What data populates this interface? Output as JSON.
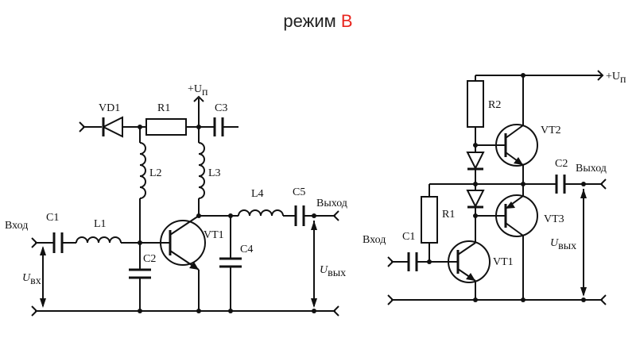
{
  "title": {
    "prefix": "режим ",
    "accent": "B",
    "accent_color": "#e8251e"
  },
  "left_schematic": {
    "labels": {
      "vd1": "VD1",
      "r1": "R1",
      "supply": "+U",
      "supply_sub": "п",
      "c3": "C3",
      "l2": "L2",
      "l3": "L3",
      "input": "Вход",
      "c1": "C1",
      "l1": "L1",
      "vt1": "VT1",
      "c2": "C2",
      "l4": "L4",
      "c5": "C5",
      "output": "Выход",
      "c4": "C4",
      "u_in": "U",
      "u_in_sub": "вх",
      "u_out": "U",
      "u_out_sub": "вых"
    }
  },
  "right_schematic": {
    "labels": {
      "supply": "+U",
      "supply_sub": "п",
      "r2": "R2",
      "vt2": "VT2",
      "c2": "C2",
      "output": "Выход",
      "r1": "R1",
      "vt3": "VT3",
      "input": "Вход",
      "c1": "C1",
      "vt1": "VT1",
      "u_out": "U",
      "u_out_sub": "вых"
    }
  }
}
